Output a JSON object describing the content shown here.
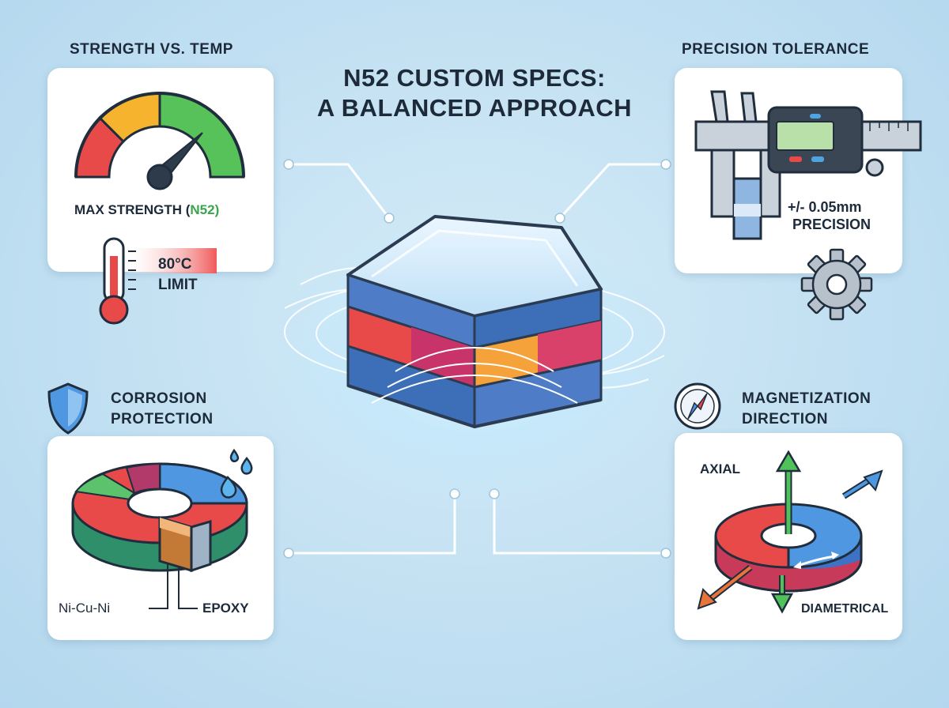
{
  "title": {
    "line1": "N52 CUSTOM SPECS:",
    "line2": "A BALANCED APPROACH"
  },
  "panels": {
    "strength": {
      "label": "STRENGTH VS. TEMP",
      "max_strength_prefix": "MAX STRENGTH (",
      "max_strength_grade": "N52",
      "max_strength_suffix": ")",
      "temp_value": "80°C",
      "temp_limit": "LIMIT"
    },
    "precision": {
      "label": "PRECISION TOLERANCE",
      "tolerance": "+/- 0.05mm",
      "precision": "PRECISION"
    },
    "corrosion": {
      "label_line1": "CORROSION",
      "label_line2": "PROTECTION",
      "coating_a": "Ni-Cu-Ni",
      "coating_b": "EPOXY"
    },
    "magnetization": {
      "label_line1": "MAGNETIZATION",
      "label_line2": "DIRECTION",
      "axial": "AXIAL",
      "diametrical": "DIAMETRICAL"
    }
  },
  "colors": {
    "accent_green": "#3aa64b",
    "accent_red": "#e84a4a",
    "accent_blue": "#3f86d8",
    "outline": "#1f2d3d"
  },
  "icons": [
    "gauge-icon",
    "thermometer-icon",
    "caliper-icon",
    "gear-icon",
    "shield-icon",
    "water-drop-icon",
    "compass-icon",
    "magnet-block-icon",
    "ring-magnet-icon"
  ]
}
